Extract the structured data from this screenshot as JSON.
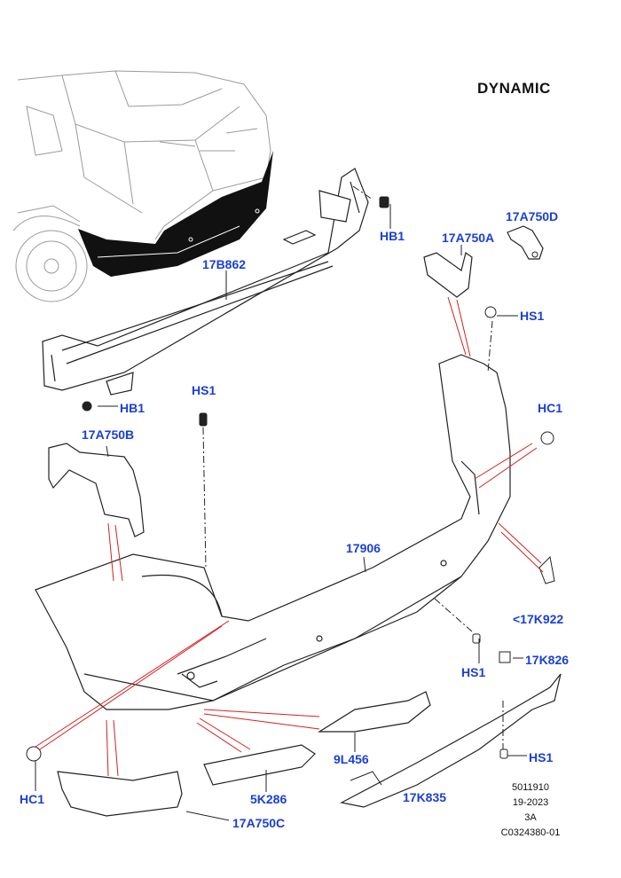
{
  "title": "DYNAMIC",
  "callouts": {
    "hb1_top": "HB1",
    "p17a750d": "17A750D",
    "p17a750a": "17A750A",
    "p17b862": "17B862",
    "hs1_right": "HS1",
    "hc1_right": "HC1",
    "hs1_mid": "HS1",
    "hb1_left": "HB1",
    "p17a750b": "17A750B",
    "p17906": "17906",
    "p17k922": "<17K922",
    "p17k826": "17K826",
    "hs1_low": "HS1",
    "hs1_bottom_right": "HS1",
    "p9l456": "9L456",
    "p5k286": "5K286",
    "p17k835": "17K835",
    "hc1_left": "HC1",
    "p17a750c": "17A750C"
  },
  "reference": {
    "line1": "5011910",
    "line2": "19-2023",
    "line3": "3A",
    "line4": "C0324380-01"
  },
  "colors": {
    "callout": "#1a3fd6",
    "leader": "#d42020",
    "outline": "#222222",
    "vehicle_outline": "#9a9a9a",
    "rear_highlight": "#111111"
  }
}
